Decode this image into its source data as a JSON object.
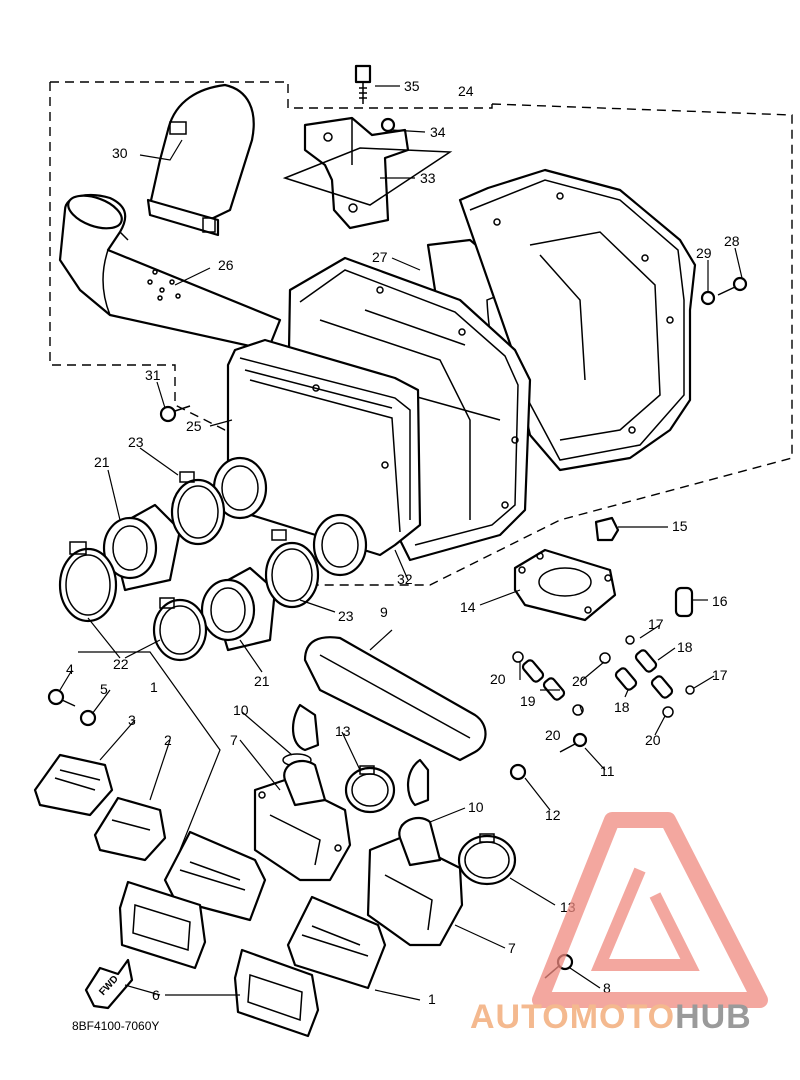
{
  "diagram": {
    "code": "8BF4100-7060Y",
    "front_marker": "FWD",
    "callouts": [
      "35",
      "24",
      "34",
      "30",
      "33",
      "27",
      "26",
      "29",
      "28",
      "31",
      "25",
      "23",
      "21",
      "15",
      "32",
      "14",
      "16",
      "9",
      "22",
      "21",
      "23",
      "17",
      "18",
      "20",
      "19",
      "20",
      "17",
      "4",
      "5",
      "1",
      "10",
      "13",
      "3",
      "7",
      "2",
      "11",
      "12",
      "10",
      "13",
      "7",
      "6",
      "8",
      "1",
      "18",
      "20",
      "20"
    ]
  },
  "watermark": {
    "part1": "AUTOMOTO",
    "part2": "HUB",
    "color1": "#f4b98f",
    "color2": "#9a9a9a",
    "logo_color": "#f08a80"
  }
}
